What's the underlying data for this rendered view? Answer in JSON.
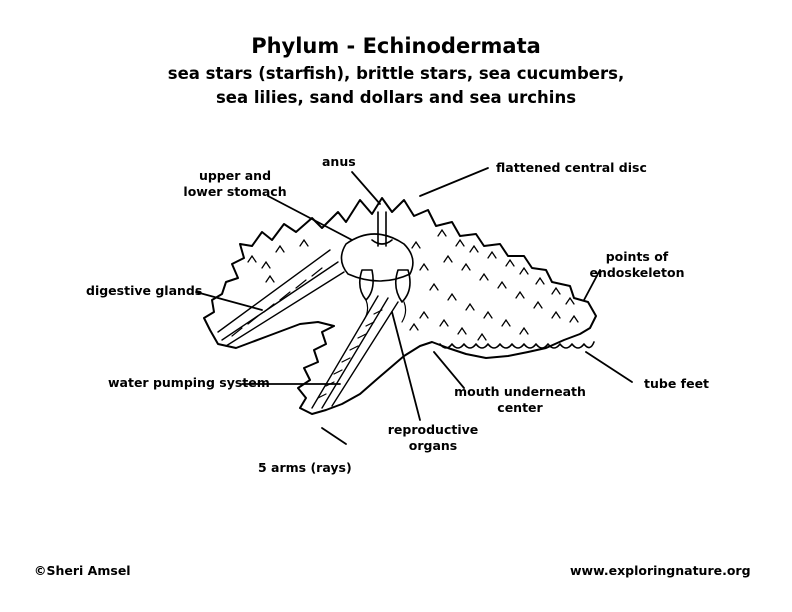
{
  "title": "Phylum - Echinodermata",
  "subtitle_line1": "sea stars (starfish), brittle stars, sea cucumbers,",
  "subtitle_line2": "sea lilies, sand dollars and sea urchins",
  "labels": {
    "anus": "anus",
    "stomach_1": "upper and",
    "stomach_2": "lower stomach",
    "central_disc": "flattened central disc",
    "points_1": "points of",
    "points_2": "endoskeleton",
    "digestive": "digestive glands",
    "water": "water pumping system",
    "tube_feet": "tube feet",
    "mouth_1": "mouth underneath",
    "mouth_2": "center",
    "repro_1": "reproductive",
    "repro_2": "organs",
    "arms": "5 arms (rays)"
  },
  "footer": {
    "copyright": "©Sheri Amsel",
    "website": "www.exploringnature.org"
  }
}
